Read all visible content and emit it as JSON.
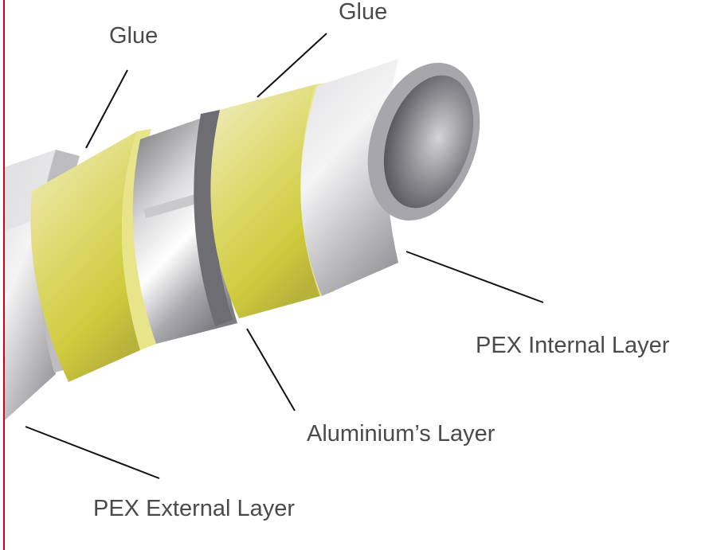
{
  "labels": {
    "glue_outer": "Glue",
    "glue_inner": "Glue",
    "pex_internal": "PEX Internal Layer",
    "aluminium": "Aluminium’s Layer",
    "pex_external": "PEX External Layer"
  },
  "colors": {
    "pex": "#c8c8ca",
    "glue": "#d6d23a",
    "aluminium": "#b0b0b4",
    "leader_line": "#111111",
    "edge_line": "#d0021b"
  }
}
